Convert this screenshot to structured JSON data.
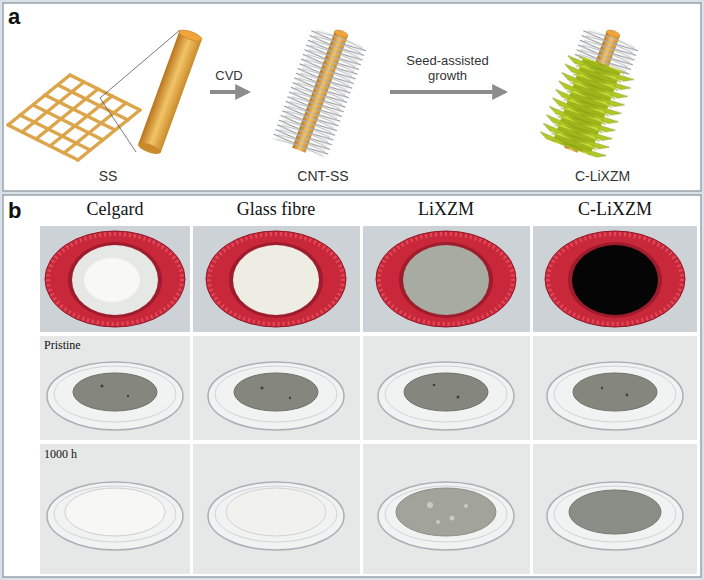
{
  "diagram": {
    "nodes": [
      {
        "text": [
          "SS"
        ]
      },
      {
        "text": [
          "CNT-SS"
        ]
      },
      {
        "text": [
          "C-LiXZM"
        ]
      }
    ],
    "edges": [
      {
        "from": 0,
        "to": 1,
        "arrow": "to",
        "label": "CVD"
      },
      {
        "from": 1,
        "to": 2,
        "arrow": "to",
        "label": "Seed-assisted growth"
      }
    ],
    "labels": [
      "a",
      "b",
      "Celgard",
      "Glass fibre",
      "LiXZM",
      "C-LiXZM",
      "Pristine",
      "1000 h"
    ]
  }
}
